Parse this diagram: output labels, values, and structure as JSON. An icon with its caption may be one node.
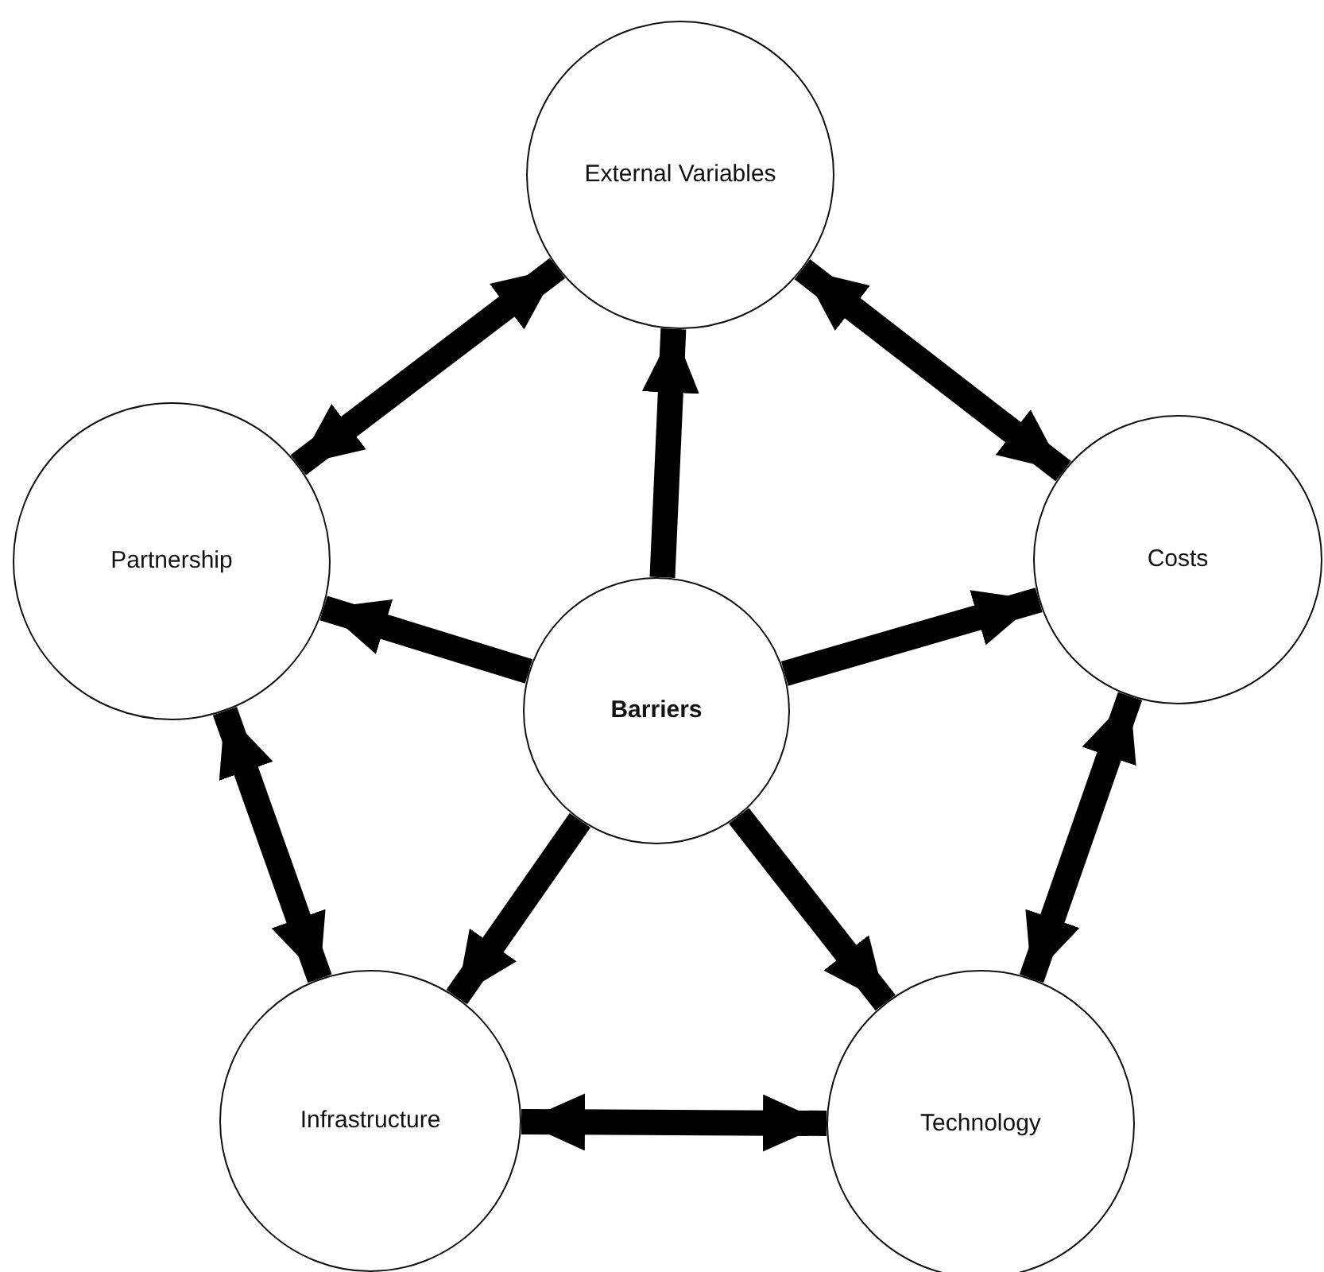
{
  "diagram": {
    "nodes": [
      {
        "text": [
          "External Variables"
        ]
      },
      {
        "text": [
          "Partnership"
        ]
      },
      {
        "text": [
          "Costs"
        ]
      },
      {
        "text": [
          "Barriers"
        ]
      },
      {
        "text": [
          "Infrastructure"
        ]
      },
      {
        "text": [
          "Technology"
        ]
      }
    ],
    "edges": [
      {
        "from": 3,
        "to": 0,
        "arrow": "to"
      },
      {
        "from": 3,
        "to": 1,
        "arrow": "to"
      },
      {
        "from": 3,
        "to": 2,
        "arrow": "to"
      },
      {
        "from": 3,
        "to": 4,
        "arrow": "to"
      },
      {
        "from": 3,
        "to": 5,
        "arrow": "to"
      },
      {
        "from": 1,
        "to": 0,
        "arrow": "both"
      },
      {
        "from": 0,
        "to": 2,
        "arrow": "both"
      },
      {
        "from": 2,
        "to": 5,
        "arrow": "both"
      },
      {
        "from": 5,
        "to": 4,
        "arrow": "both"
      },
      {
        "from": 4,
        "to": 1,
        "arrow": "both"
      }
    ]
  }
}
